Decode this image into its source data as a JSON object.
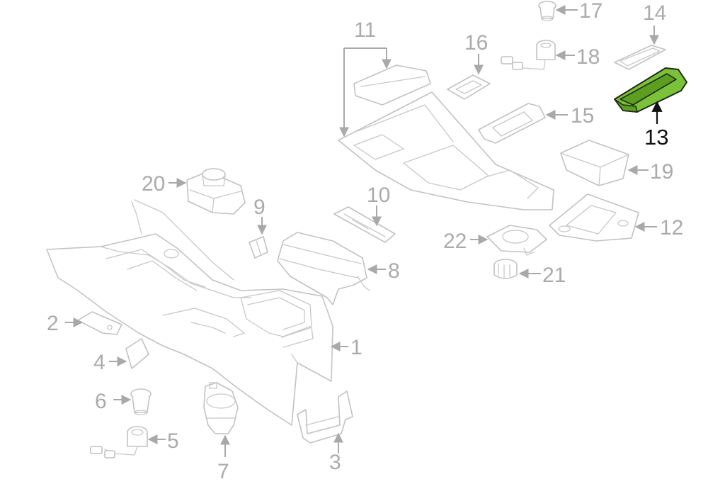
{
  "diagram": {
    "highlight_color": "#7cc13a",
    "callouts": {
      "c1": "1",
      "c2": "2",
      "c3": "3",
      "c4": "4",
      "c5": "5",
      "c6": "6",
      "c7": "7",
      "c8": "8",
      "c9": "9",
      "c10": "10",
      "c11": "11",
      "c12": "12",
      "c13": "13",
      "c14": "14",
      "c15": "15",
      "c16": "16",
      "c17": "17",
      "c18": "18",
      "c19": "19",
      "c20": "20",
      "c21": "21",
      "c22": "22"
    },
    "highlighted_callout": "13"
  }
}
